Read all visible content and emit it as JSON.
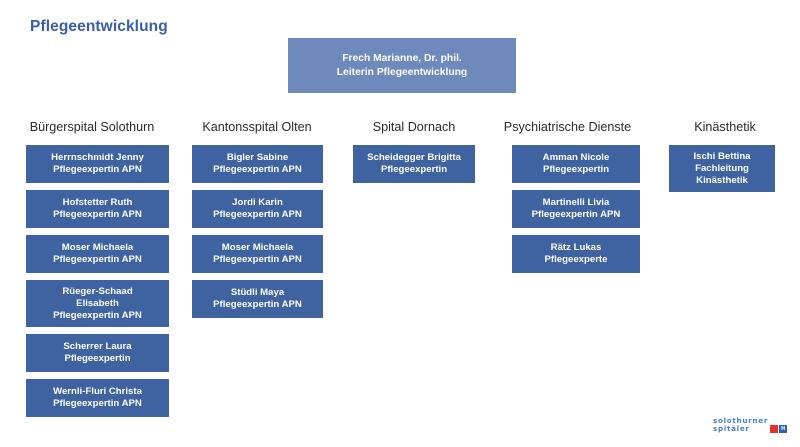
{
  "slide": {
    "title": "Pflegeentwicklung",
    "title_color": "#3a5fa8",
    "background_color": "#ffffff",
    "node_color": "#3f63a0",
    "leader_color": "#6e89bb",
    "node_text_color": "#ffffff",
    "header_text_color": "#2b2b2b"
  },
  "leader": {
    "line1": "Frech Marianne, Dr. phil.",
    "line2": "Leiterin Pflegeentwicklung"
  },
  "columns": [
    {
      "header": "Bürgerspital Solothurn",
      "nodes": [
        {
          "line1": "Herrnschmidt Jenny",
          "line2": "Pflegeexpertin APN"
        },
        {
          "line1": "Hofstetter Ruth",
          "line2": "Pflegeexpertin APN"
        },
        {
          "line1": "Moser Michaela",
          "line2": "Pflegeexpertin APN"
        },
        {
          "line1": "Rüeger-Schaad",
          "line2": "Elisabeth",
          "line3": "Pflegeexpertin APN"
        },
        {
          "line1": "Scherrer Laura",
          "line2": "Pflegeexpertin"
        },
        {
          "line1": "Wernli-Fluri Christa",
          "line2": "Pflegeexpertin APN"
        }
      ]
    },
    {
      "header": "Kantonsspital Olten",
      "nodes": [
        {
          "line1": "Bigler Sabine",
          "line2": "Pflegeexpertin APN"
        },
        {
          "line1": "Jordi Karin",
          "line2": "Pflegeexpertin APN"
        },
        {
          "line1": "Moser Michaela",
          "line2": "Pflegeexpertin APN"
        },
        {
          "line1": "Stüdli Maya",
          "line2": "Pflegeexpertin APN"
        }
      ]
    },
    {
      "header": "Spital Dornach",
      "nodes": [
        {
          "line1": "Scheidegger Brigitta",
          "line2": "Pflegeexpertin"
        }
      ]
    },
    {
      "header": "Psychiatrische Dienste",
      "nodes": [
        {
          "line1": "Amman Nicole",
          "line2": "Pflegeexpertin"
        },
        {
          "line1": "Martinelli Livia",
          "line2": "Pflegeexpertin APN"
        },
        {
          "line1": "Rätz Lukas",
          "line2": "Pflegeexperte"
        }
      ]
    },
    {
      "header": "Kinästhetik",
      "nodes": [
        {
          "line1": "Ischi Bettina",
          "line2": "Fachleitung",
          "line3": "Kinästhetik"
        }
      ]
    }
  ],
  "logo": {
    "line1": "solothurner",
    "line2": "spitäler",
    "mark_red": "",
    "mark_blue": "H",
    "red_color": "#e2332b",
    "blue_color": "#2d5fb0",
    "text_color": "#4a7ec4"
  }
}
